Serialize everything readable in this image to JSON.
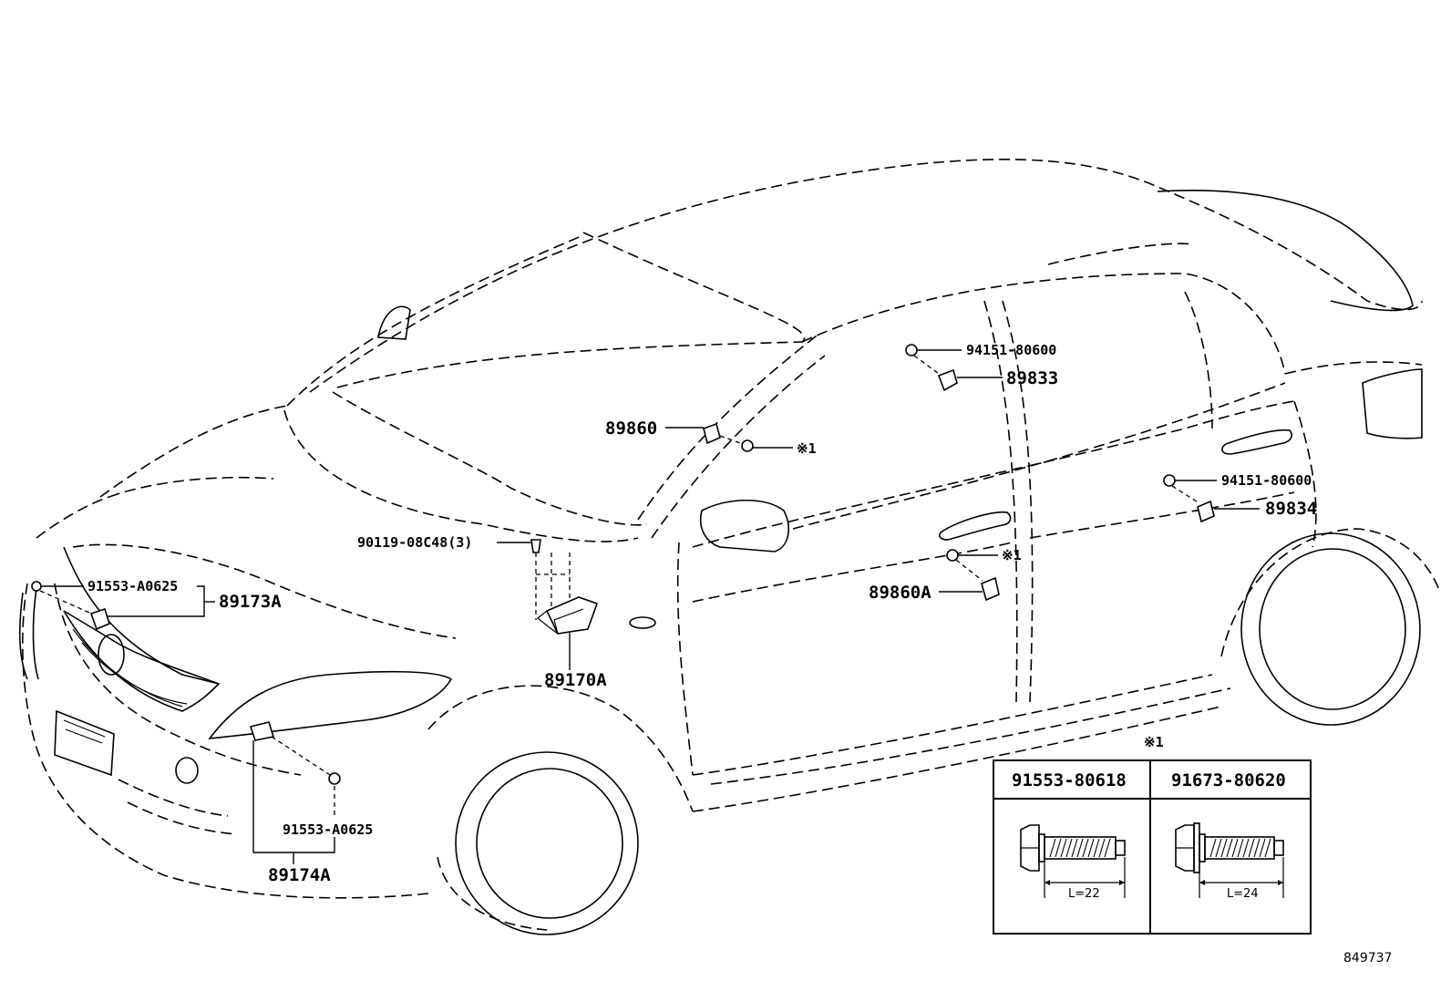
{
  "labels": {
    "p_94151_top": "94151-80600",
    "p_89833": "89833",
    "p_89860": "89860",
    "mark1_a": "※1",
    "p_94151_mid": "94151-80600",
    "p_89834": "89834",
    "p_90119": "90119-08C48(3)",
    "mark1_b": "※1",
    "p_89860A": "89860A",
    "p_91553_left": "91553-A0625",
    "p_89173A": "89173A",
    "p_89170A": "89170A",
    "p_91553_bottom": "91553-A0625",
    "p_89174A": "89174A"
  },
  "inset": {
    "title": "※1",
    "col1_part": "91553-80618",
    "col2_part": "91673-80620",
    "col1_length": "L=22",
    "col2_length": "L=24"
  },
  "reference_code": "849737"
}
